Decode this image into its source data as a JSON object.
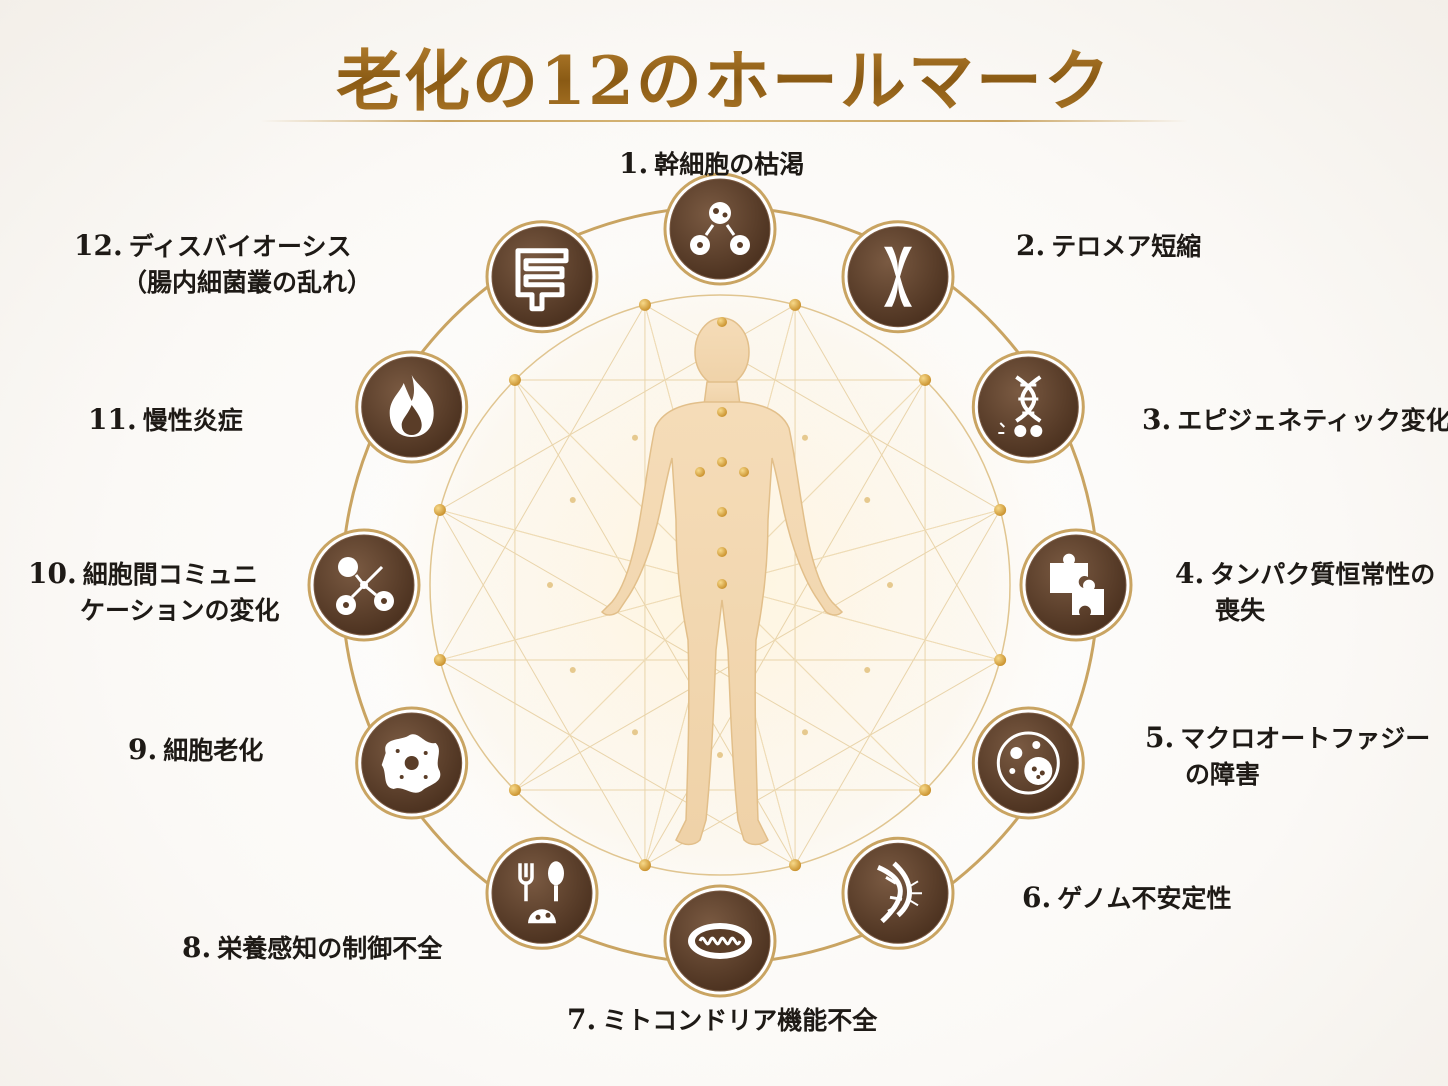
{
  "title": "老化の12のホールマーク",
  "colors": {
    "gold": "#c9a462",
    "icon_fill": "#5a3d28",
    "title_gold": "#9a6a1e"
  },
  "hallmarks": [
    {
      "num": "1.",
      "text": "幹細胞の枯渇",
      "sub": "",
      "icon": "stem-cells-icon"
    },
    {
      "num": "2.",
      "text": "テロメア短縮",
      "sub": "",
      "icon": "chromosome-icon"
    },
    {
      "num": "3.",
      "text": "エピジェネティック変化",
      "sub": "",
      "icon": "dna-icon"
    },
    {
      "num": "4.",
      "text": "タンパク質恒常性の",
      "sub": "喪失",
      "icon": "puzzle-icon"
    },
    {
      "num": "5.",
      "text": "マクロオートファジー",
      "sub": "の障害",
      "icon": "autophagy-icon"
    },
    {
      "num": "6.",
      "text": "ゲノム不安定性",
      "sub": "",
      "icon": "broken-dna-icon"
    },
    {
      "num": "7.",
      "text": "ミトコンドリア機能不全",
      "sub": "",
      "icon": "mitochondria-icon"
    },
    {
      "num": "8.",
      "text": "栄養感知の制御不全",
      "sub": "",
      "icon": "fork-spoon-icon"
    },
    {
      "num": "9.",
      "text": "細胞老化",
      "sub": "",
      "icon": "senescent-cell-icon"
    },
    {
      "num": "10.",
      "text": "細胞間コミュニ",
      "sub": "ケーションの変化",
      "icon": "cell-communication-icon"
    },
    {
      "num": "11.",
      "text": "慢性炎症",
      "sub": "",
      "icon": "flame-icon"
    },
    {
      "num": "12.",
      "text": "ディスバイオーシス",
      "sub": "（腸内細菌叢の乱れ）",
      "icon": "intestine-icon"
    }
  ]
}
